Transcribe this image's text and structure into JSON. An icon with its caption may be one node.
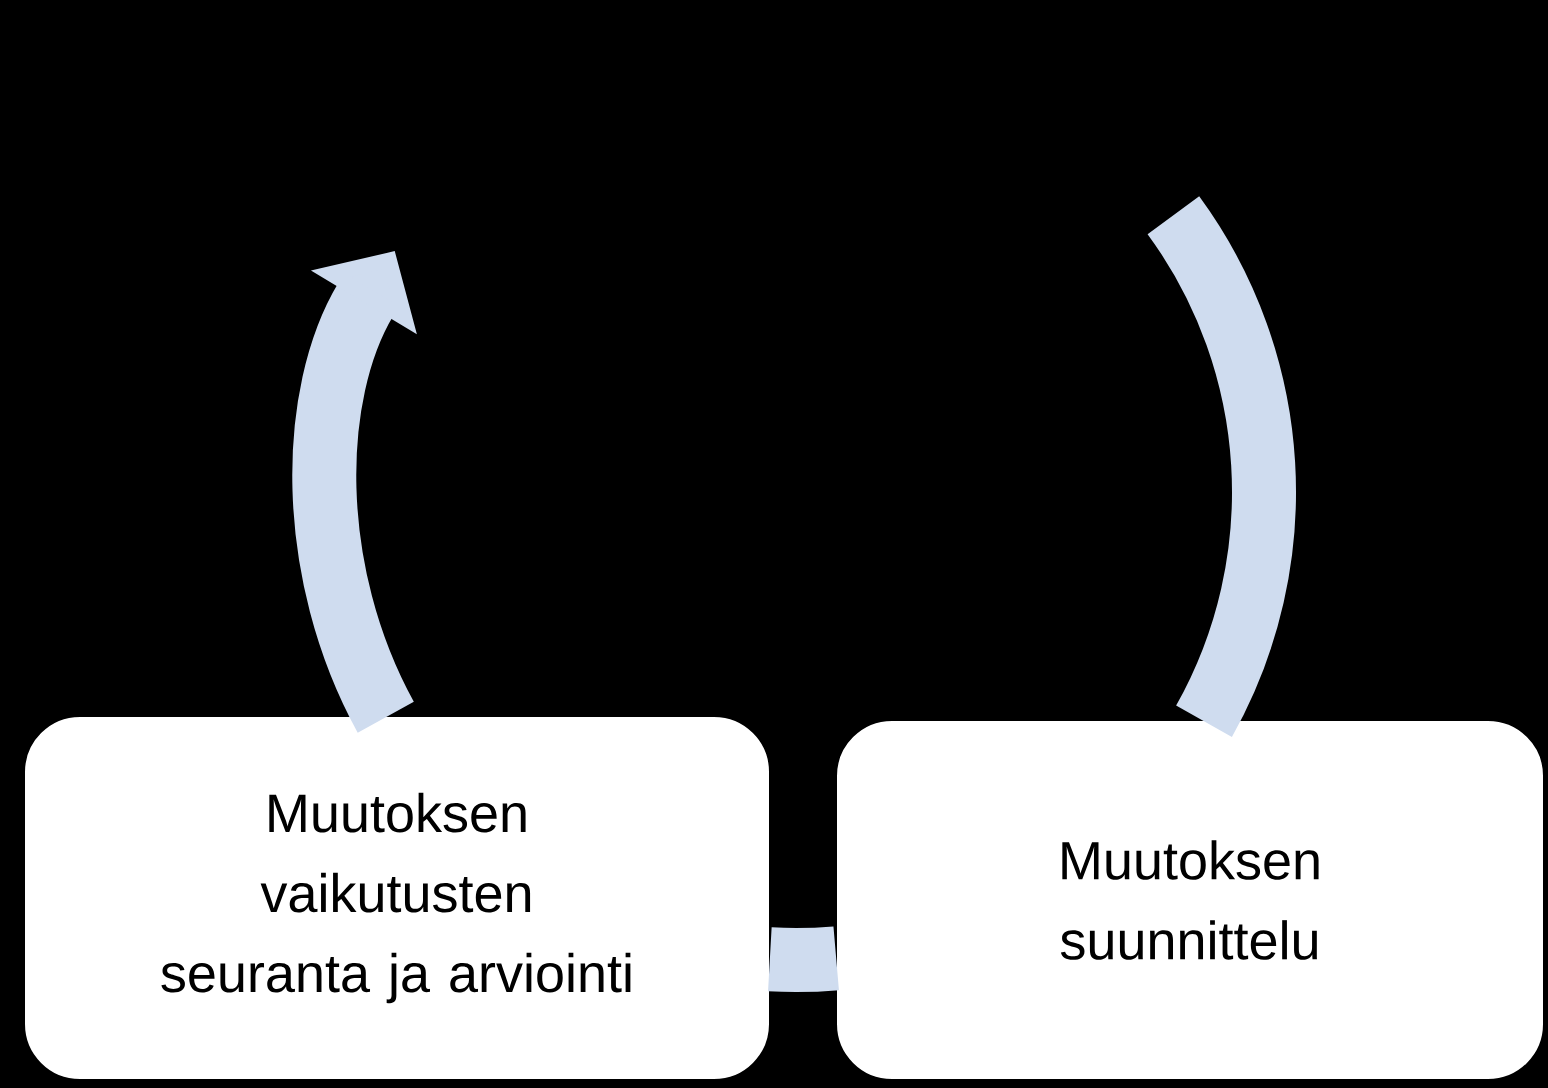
{
  "diagram": {
    "nodes": [
      {
        "text": [
          "Muutoksen vaikutusten seuranta ja arviointi"
        ]
      },
      {
        "text": [
          "Muutoksen suunnittelu"
        ]
      }
    ],
    "edges": [
      {
        "from": 0,
        "to": null,
        "arrow": "to"
      },
      {
        "from": null,
        "to": 1,
        "arrow": "none"
      },
      {
        "from": 1,
        "to": 0,
        "arrow": "none"
      }
    ]
  }
}
